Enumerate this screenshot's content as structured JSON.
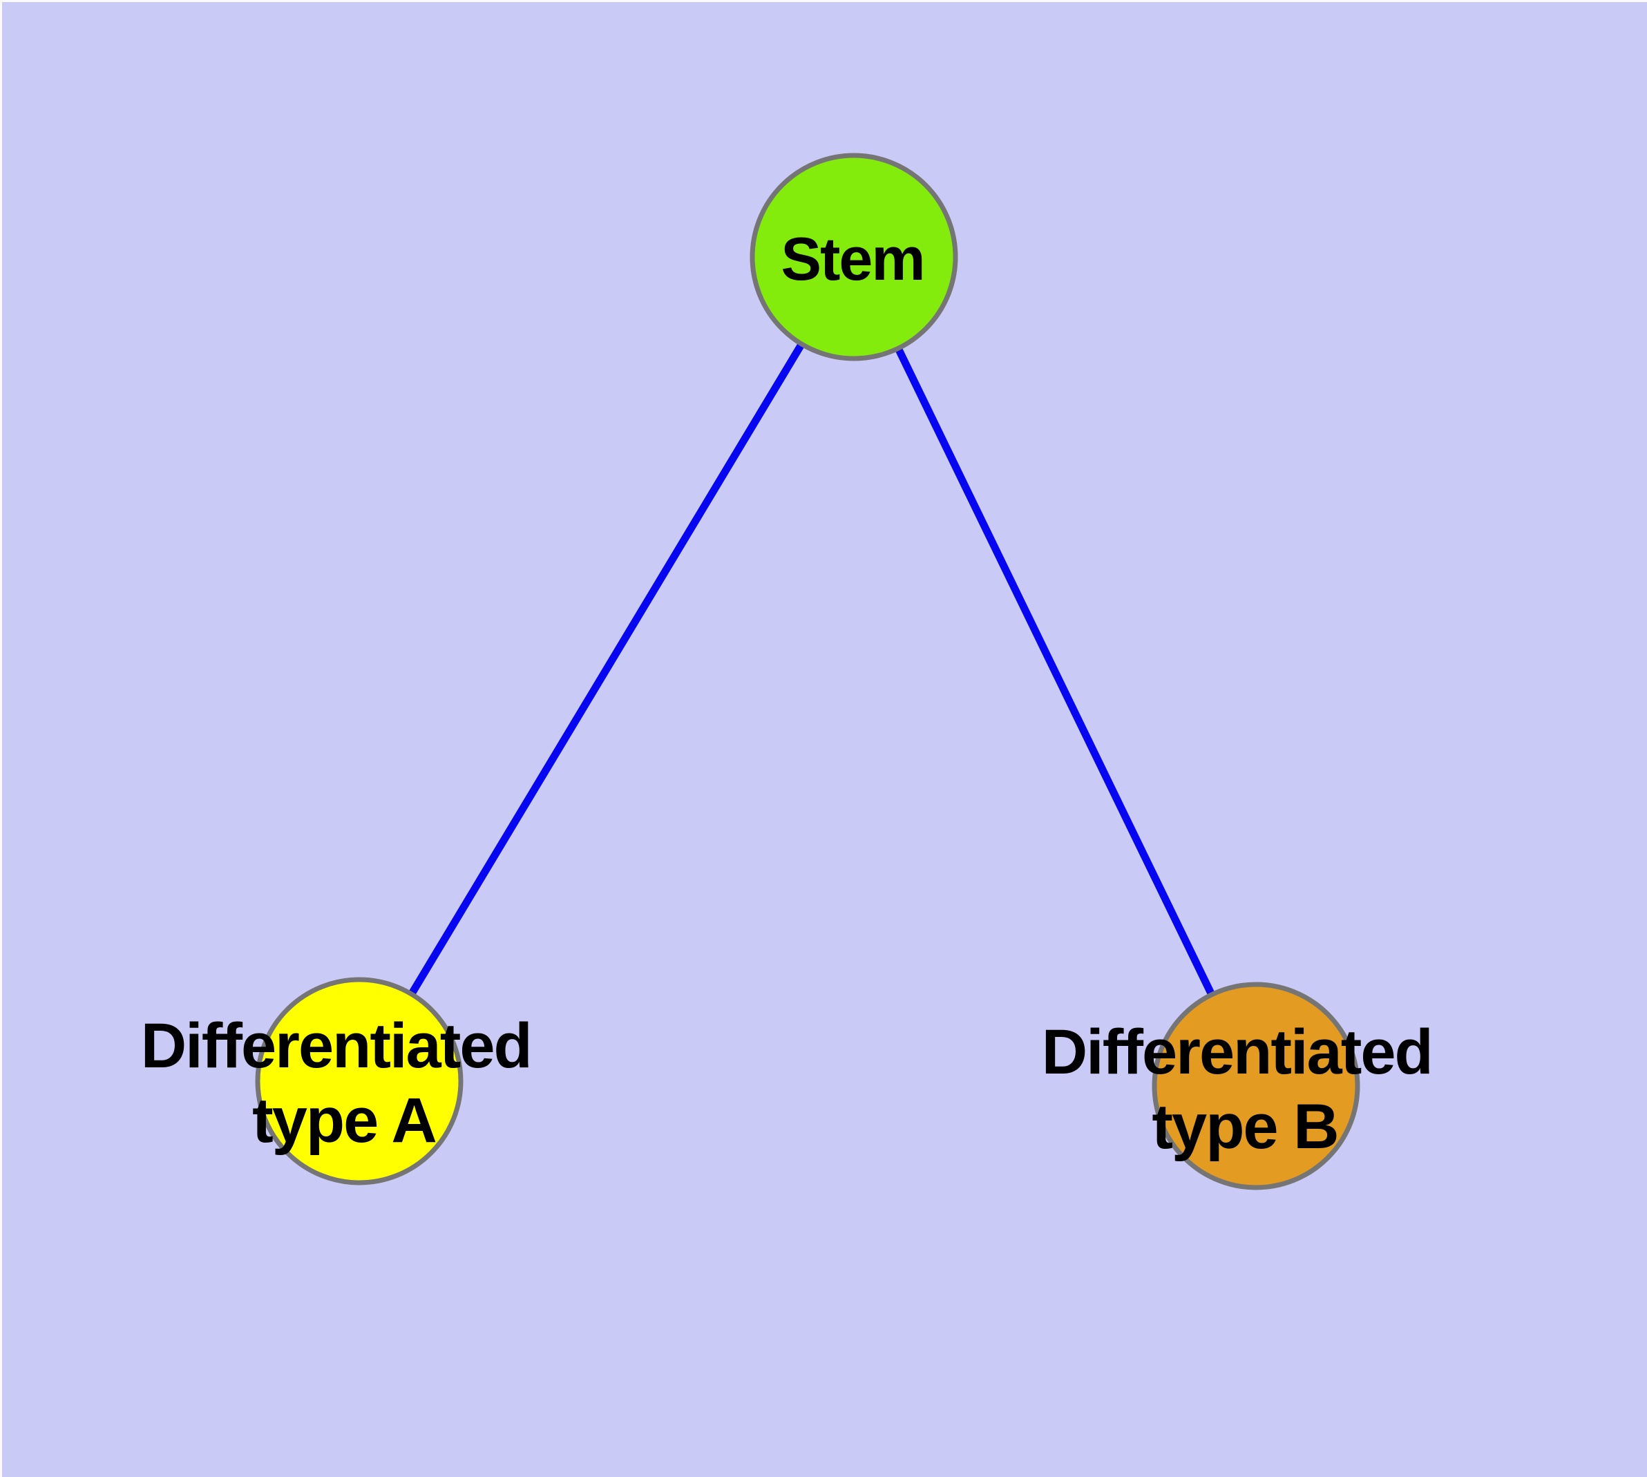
{
  "canvas": {
    "background_color": "#cacaf6",
    "margin_color": "#fbfbfe"
  },
  "edges": {
    "color": "#0606f0",
    "items": [
      {
        "id": "stem-to-type-a",
        "from": "Stem",
        "to": "Differentiated type A"
      },
      {
        "id": "stem-to-type-b",
        "from": "Stem",
        "to": "Differentiated type B"
      }
    ]
  },
  "nodes": {
    "border_color": "#757575",
    "label_color": "#000000",
    "stem": {
      "label": "Stem",
      "fill_color": "#83ec0c"
    },
    "type_a": {
      "label_line1": "Differentiated",
      "label_line2": "type A",
      "fill_color": "#ffff00"
    },
    "type_b": {
      "label_line1": "Differentiated",
      "label_line2": "type B",
      "fill_color": "#e39b21"
    }
  }
}
